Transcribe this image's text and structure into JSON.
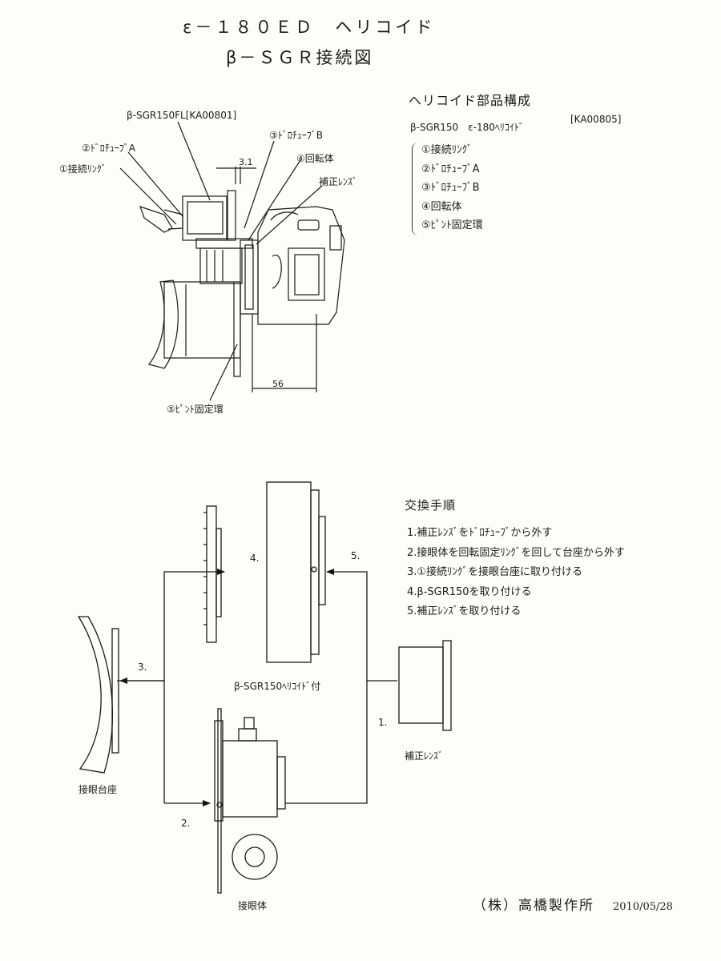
{
  "header": {
    "title_line1": "ε－１８０ＥＤ　ヘリコイド",
    "title_line2": "β－ＳＧＲ接続図"
  },
  "parts": {
    "heading": "ヘリコイド部品構成",
    "subtitle": "β-SGR150　ε-180ﾍﾘｺｲﾄﾞ",
    "code": "[KA00805]",
    "items": [
      "①接続ﾘﾝｸﾞ",
      "②ﾄﾞﾛﾁｭｰﾌﾞA",
      "③ﾄﾞﾛﾁｭｰﾌﾞB",
      "④回転体",
      "⑤ﾋﾟﾝﾄ固定環"
    ]
  },
  "top_diagram": {
    "label_sgr150fl": "β-SGR150FL[KA00801]",
    "label_tube_b": "③ﾄﾞﾛﾁｭｰﾌﾞB",
    "label_tube_a": "②ﾄﾞﾛﾁｭｰﾌﾞA",
    "label_rotor": "④回転体",
    "label_ring": "①接続ﾘﾝｸﾞ",
    "label_corrector": "補正ﾚﾝｽﾞ",
    "label_focus_ring": "⑤ﾋﾟﾝﾄ固定環",
    "dim_gap": "3.1",
    "dim_depth": "56"
  },
  "procedure": {
    "heading": "交換手順",
    "steps": [
      "1.補正ﾚﾝｽﾞをﾄﾞﾛﾁｭｰﾌﾞから外す",
      "2.接眼体を回転固定ﾘﾝｸﾞを回して台座から外す",
      "3.①接続ﾘﾝｸﾞを接眼台座に取り付ける",
      "4.β-SGR150を取り付ける",
      "5.補正ﾚﾝｽﾞを取り付ける"
    ]
  },
  "bottom_diagram": {
    "step1": "1.",
    "step2": "2.",
    "step3": "3.",
    "step4": "4.",
    "step5": "5.",
    "label_helicoid": "β-SGR150ﾍﾘｺｲﾄﾞ付",
    "label_base": "接眼台座",
    "label_eyepiece": "接眼体",
    "label_corrector": "補正ﾚﾝｽﾞ"
  },
  "footer": {
    "company": "（株）高橋製作所",
    "date": "2010/05/28"
  }
}
